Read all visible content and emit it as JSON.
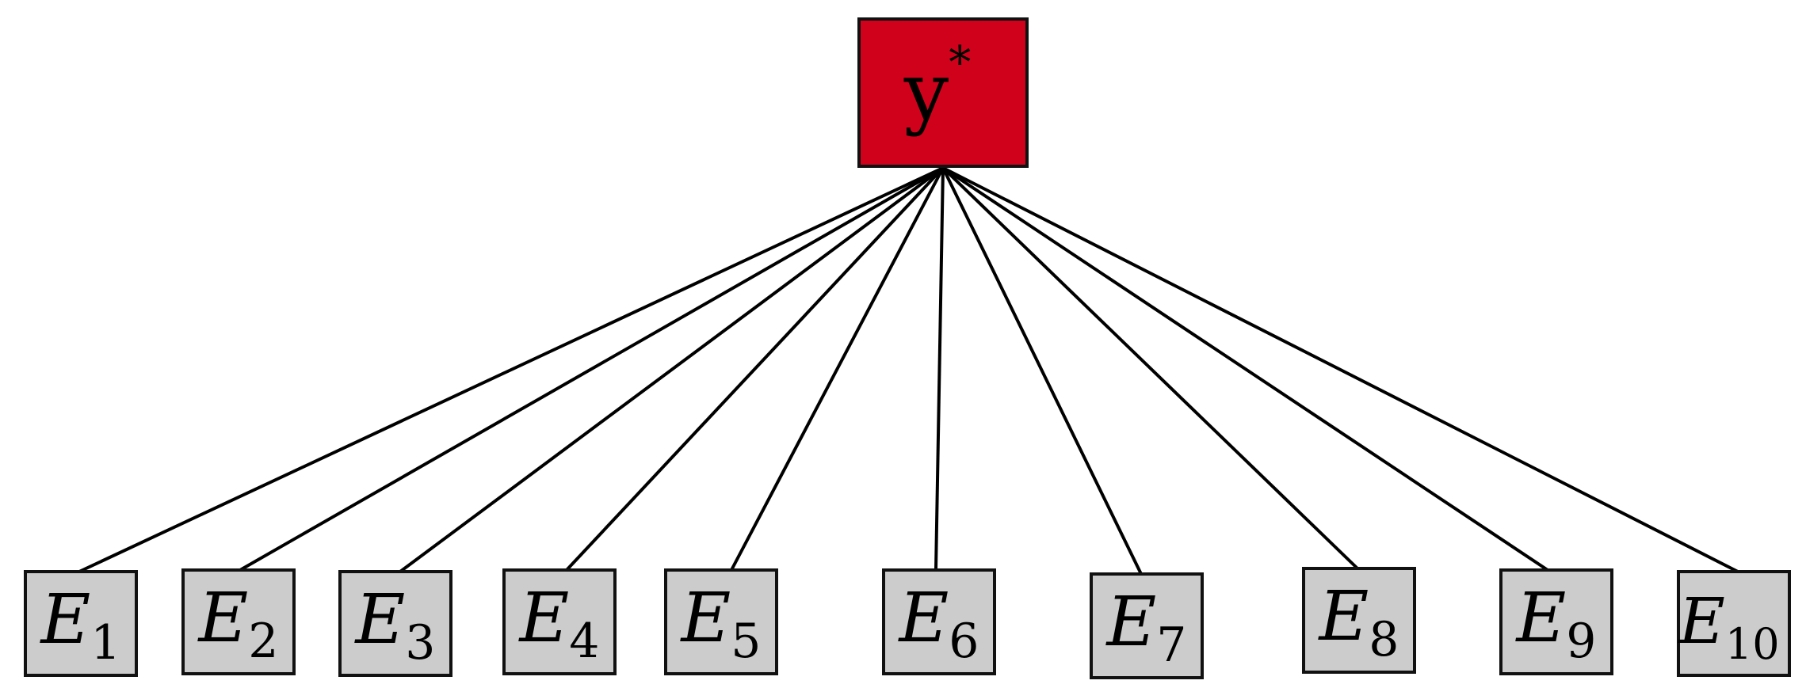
{
  "diagram": {
    "root": {
      "label": "y",
      "superscript": "*",
      "fill": "#d0021b"
    },
    "children_fill": "#cccccc",
    "children": [
      {
        "id": "E1",
        "letter": "E",
        "subscript": "1"
      },
      {
        "id": "E2",
        "letter": "E",
        "subscript": "2"
      },
      {
        "id": "E3",
        "letter": "E",
        "subscript": "3"
      },
      {
        "id": "E4",
        "letter": "E",
        "subscript": "4"
      },
      {
        "id": "E5",
        "letter": "E",
        "subscript": "5"
      },
      {
        "id": "E6",
        "letter": "E",
        "subscript": "6"
      },
      {
        "id": "E7",
        "letter": "E",
        "subscript": "7"
      },
      {
        "id": "E8",
        "letter": "E",
        "subscript": "8"
      },
      {
        "id": "E9",
        "letter": "E",
        "subscript": "9"
      },
      {
        "id": "E10",
        "letter": "E",
        "subscript": "10"
      }
    ]
  }
}
